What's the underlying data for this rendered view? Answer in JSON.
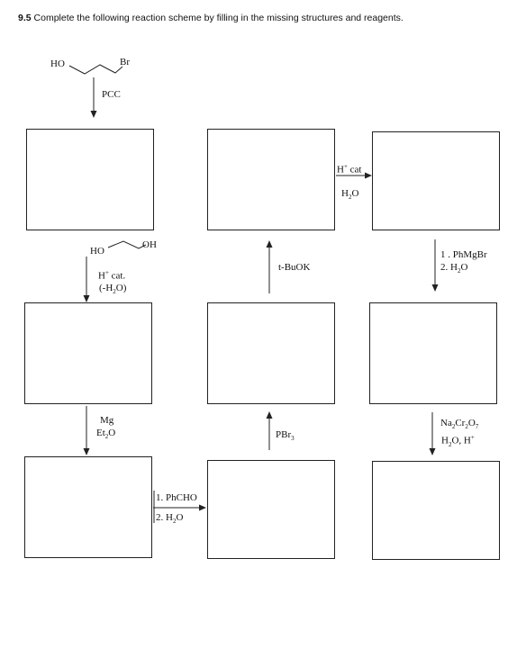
{
  "header": {
    "number": "9.5",
    "instruction": "Complete the following reaction scheme by filling in the missing structures and reagents."
  },
  "structures": {
    "start": {
      "left": "HO",
      "right": "Br"
    },
    "diol": {
      "left": "HO",
      "right": "OH"
    }
  },
  "reagents": {
    "pcc": "PCC",
    "h_cat_dehydration": {
      "line1_base": "H",
      "line1_sup": "+",
      "line1_rest": " cat.",
      "line2": "(-H",
      "line2_sub": "2",
      "line2_end": "O)"
    },
    "grignard": {
      "line1": "Mg",
      "line2_base": "Et",
      "line2_sub": "2",
      "line2_end": "O"
    },
    "phcho": {
      "line1": "1. PhCHO",
      "line2_base": "2. H",
      "line2_sub": "2",
      "line2_end": "O"
    },
    "pbr3": {
      "base": "PBr",
      "sub": "3"
    },
    "tbuok": "t-BuOK",
    "h_cat_hydration": {
      "line1_base": "H",
      "line1_sup": "+",
      "line1_rest": " cat",
      "line2_base": "H",
      "line2_sub": "2",
      "line2_end": "O"
    },
    "phmgbr": {
      "line1": "1 . PhMgBr",
      "line2_base": "2. H",
      "line2_sub": "2",
      "line2_end": "O"
    },
    "jones": {
      "line1_a": "Na",
      "line1_sub1": "2",
      "line1_b": "Cr",
      "line1_sub2": "2",
      "line1_c": "O",
      "line1_sub3": "7",
      "line2_a": "H",
      "line2_sub": "2",
      "line2_b": "O, H",
      "line2_sup": "+"
    }
  }
}
